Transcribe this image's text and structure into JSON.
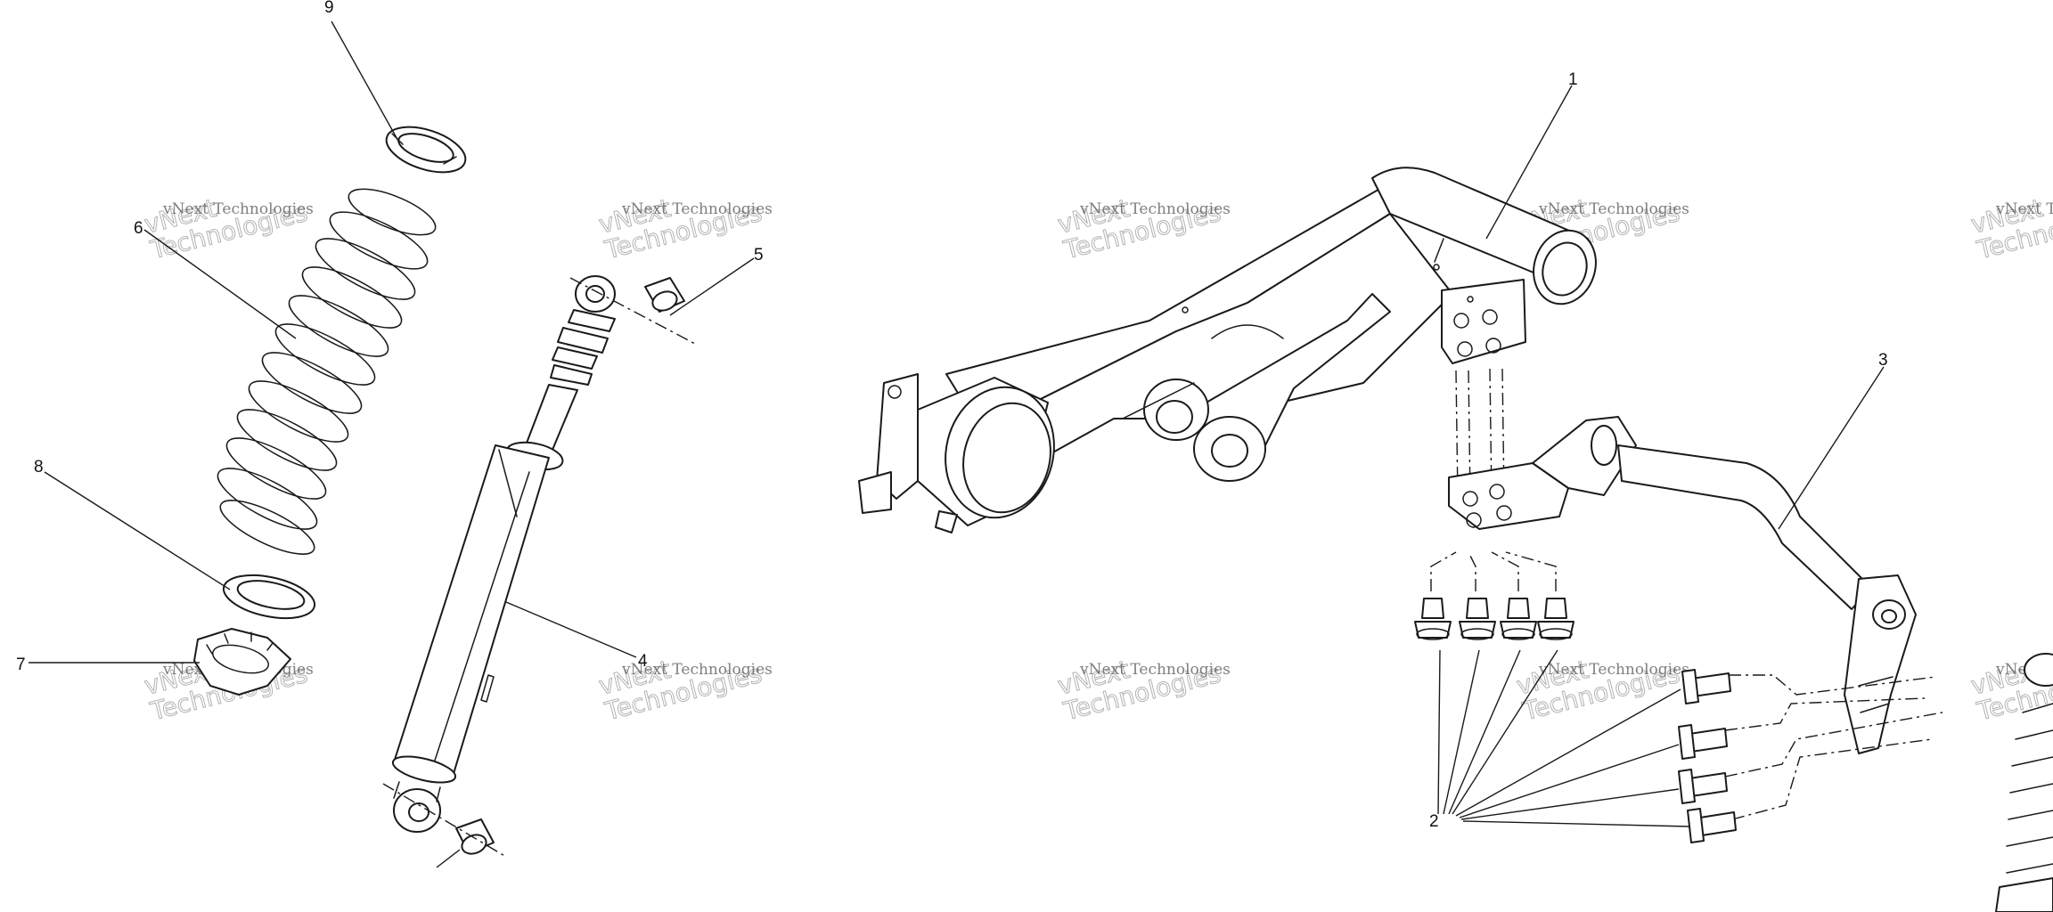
{
  "callouts": [
    "1",
    "2",
    "3",
    "4",
    "5",
    "6",
    "7",
    "8",
    "9"
  ],
  "watermark": {
    "small": "vNext Technologies",
    "large": "vNext\nTechnologies"
  },
  "colors": {
    "line": "#1a1a1a",
    "background": "#ffffff",
    "watermark": "#9a9a9a"
  }
}
